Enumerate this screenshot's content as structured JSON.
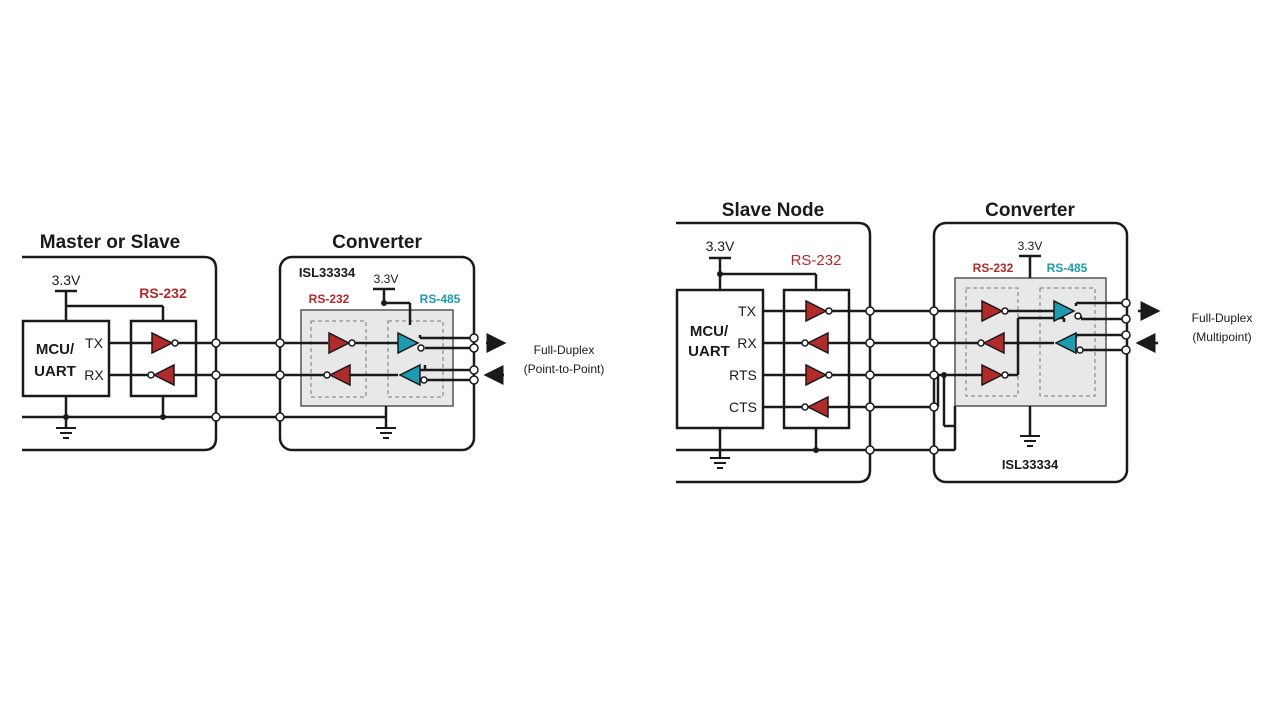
{
  "colors": {
    "line": "#1a1a1a",
    "rs232": "#b22a2a",
    "rs485": "#1e9bb0",
    "chip_fill": "#e8e8e8"
  },
  "left": {
    "title_master": "Master or Slave",
    "title_converter": "Converter",
    "vcc_mcu": "3.3V",
    "vcc_conv": "3.3V",
    "rs232_label": "RS-232",
    "mcu_line1": "MCU/",
    "mcu_line2": "UART",
    "pin_tx": "TX",
    "pin_rx": "RX",
    "chip": "ISL33334",
    "chip_rs232": "RS-232",
    "chip_rs485": "RS-485",
    "duplex1": "Full-Duplex",
    "duplex2": "(Point-to-Point)"
  },
  "right": {
    "title_slave": "Slave Node",
    "title_converter": "Converter",
    "vcc_mcu": "3.3V",
    "vcc_conv": "3.3V",
    "rs232_label": "RS-232",
    "mcu_line1": "MCU/",
    "mcu_line2": "UART",
    "pin_tx": "TX",
    "pin_rx": "RX",
    "pin_rts": "RTS",
    "pin_cts": "CTS",
    "chip_rs232": "RS-232",
    "chip_rs485": "RS-485",
    "chip": "ISL33334",
    "duplex1": "Full-Duplex",
    "duplex2": "(Multipoint)"
  }
}
